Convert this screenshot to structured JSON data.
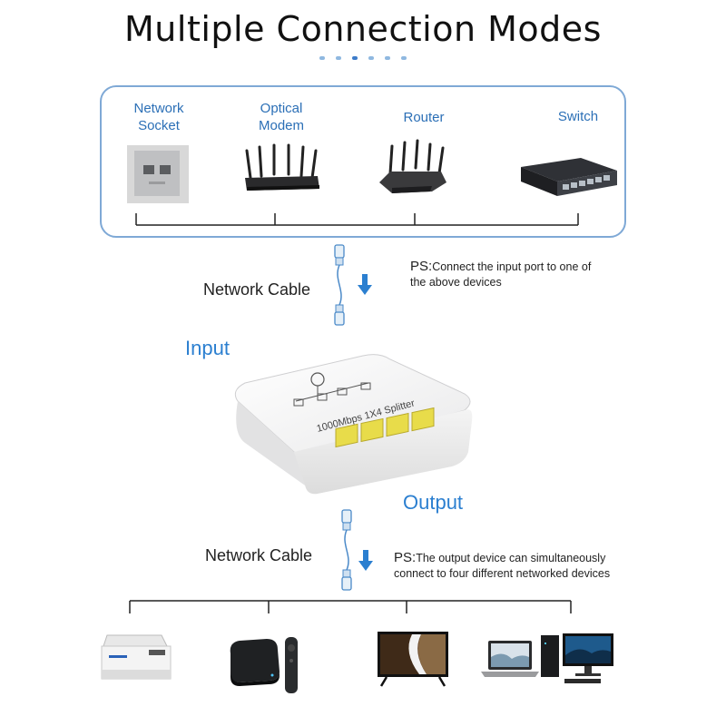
{
  "title": "Multiple Connection Modes",
  "colors": {
    "accent": "#2b7fd0",
    "box_border": "#7fa9d6",
    "port_yellow": "#e8dc4a"
  },
  "input_devices": [
    {
      "label_line1": "Network",
      "label_line2": "Socket",
      "icon": "network-socket-icon"
    },
    {
      "label_line1": "Optical",
      "label_line2": "Modem",
      "icon": "optical-modem-icon"
    },
    {
      "label_line1": "Router",
      "label_line2": "",
      "icon": "router-icon"
    },
    {
      "label_line1": "Switch",
      "label_line2": "",
      "icon": "switch-icon"
    }
  ],
  "top_cable": {
    "label": "Network Cable",
    "ps_prefix": "PS:",
    "ps_line1": "Connect the input port to one of",
    "ps_line2": "the above devices"
  },
  "input_label": "Input",
  "output_label": "Output",
  "splitter_text": "1000Mbps 1X4 Splitter",
  "bottom_cable": {
    "label": "Network Cable",
    "ps_prefix": "PS:",
    "ps_line1": "The output device can simultaneously",
    "ps_line2": "connect to four different networked devices"
  },
  "output_devices": [
    {
      "icon": "printer-icon"
    },
    {
      "icon": "tv-box-icon"
    },
    {
      "icon": "television-icon"
    },
    {
      "icon": "computer-icon"
    }
  ]
}
